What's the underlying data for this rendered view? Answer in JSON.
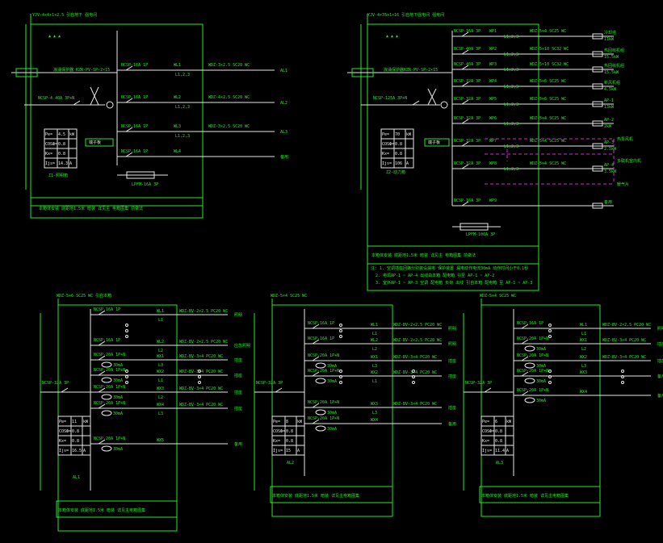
{
  "colors": {
    "background": "#000000",
    "frame": "#27e827",
    "wire": "#e8e8e8",
    "dashed": "#d327d3"
  },
  "top_left_panel": {
    "incoming_label": "YJV-4×4+1×2.5 引自地下 强电间",
    "spd_label": "浪涌保护器 KZR-PV-SP-2×15",
    "main_breaker_label": "NCSP-4 40A 3P+N",
    "terminal": "端子板",
    "params": {
      "pe_label": "Pe=",
      "pe_value": "4.5",
      "pe_unit": "kW",
      "cos_label": "COSФ=",
      "cos_value": "0.8",
      "kx_label": "Kx=",
      "kx_value": "0.8",
      "ijs_label": "Ijs=",
      "ijs_value": "14.3",
      "ijs_unit": "A"
    },
    "panel_name": "Z1-照明箱",
    "circuits": [
      {
        "breaker": "NCSP-16A 1P",
        "id": "WL1",
        "phase": "L1,2,3",
        "cable": "WDZ-3×2.5 SC20 WC",
        "dest": "AL1"
      },
      {
        "breaker": "NCSP-16A 1P",
        "id": "WL2",
        "phase": "L1,2,3",
        "cable": "WDZ-4×2.5 SC20 WC",
        "dest": "AL2"
      },
      {
        "breaker": "NCSP-16A 1P",
        "id": "WL3",
        "phase": "L1,2,3",
        "cable": "WDZ-3×2.5 SC20 WC",
        "dest": "AL3"
      },
      {
        "breaker": "NCSP-16A 1P",
        "id": "WL4",
        "phase": "",
        "cable": "",
        "dest": "备用"
      }
    ],
    "meter_label": "LPFM-16A 3P",
    "footer": "本箱体安装 底距地1.5米 暗装 详见主 电箱图集 前做法"
  },
  "top_right_panel": {
    "incoming_label": "YJV-4×35+1×16 引自地下强电间 强电间",
    "spd_label": "浪涌保护器KZR-PV-SP-2×15",
    "main_breaker_label": "NCSP-125A 3P+N",
    "terminal": "端子板",
    "params": {
      "pe_label": "Pe=",
      "pe_value": "70",
      "pe_unit": "kW",
      "cos_label": "COSФ=",
      "cos_value": "0.8",
      "kx_label": "Kx=",
      "kx_value": "0.8",
      "ijs_label": "Ijs=",
      "ijs_value": "106",
      "ijs_unit": "A"
    },
    "panel_name": "Z2-动力箱",
    "circuits": [
      {
        "breaker": "NCSP-16A 3P",
        "id": "WP1",
        "phase": "L1,2,3",
        "cable": "WDZ-5×4 SC25 WC",
        "dest": "冷却塔",
        "load": "11kW"
      },
      {
        "breaker": "NCSP-40A 3P",
        "id": "WP2",
        "phase": "L1,2,3",
        "cable": "WDZ-5×10 SC32 WC",
        "dest": "热回收机组",
        "load": "15.5kW"
      },
      {
        "breaker": "NCSP-40A 3P",
        "id": "WP3",
        "phase": "L1,2,3",
        "cable": "WDZ-5×10 SC32 WC",
        "dest": "热回收机组",
        "load": "15.5kW"
      },
      {
        "breaker": "NCSP-32A 3P",
        "id": "WP4",
        "phase": "L1,2,3",
        "cable": "WDZ-5×6 SC25 WC",
        "dest": "新风机组",
        "load": "4.5kW"
      },
      {
        "breaker": "NCSP-32A 3P",
        "id": "WP5",
        "phase": "L1,2,3",
        "cable": "WDZ-5×6 SC25 WC",
        "dest": "AP-1",
        "load": "13kW"
      },
      {
        "breaker": "NCSP-32A 3P",
        "id": "WP6",
        "phase": "L1,2,3",
        "cable": "WDZ-5×4 SC25 WC",
        "dest": "AP-2",
        "load": "2kW"
      },
      {
        "breaker": "NCSP-32A 3P",
        "id": "WP7",
        "phase": "L1,2,3",
        "cable": "WDZ-5×4 SC25 WC",
        "dest": "AP-3",
        "load": "2.5kW"
      },
      {
        "breaker": "NCSP-32A 3P",
        "id": "WP8",
        "phase": "L1,2,3",
        "cable": "WDZ-5×4 SC25 WC",
        "dest": "AP-4",
        "load": "3.5kW"
      },
      {
        "breaker": "NCSP-16A 3P",
        "id": "WP9",
        "phase": "",
        "cable": "",
        "dest": "备用"
      }
    ],
    "dashed_labels": [
      "热泵风机",
      "多联机室内机",
      "暖气片"
    ],
    "meter_label": "LPFM-100A 3P",
    "footer": "本箱体安装 底距地1.5米 暗装 详见主 电箱图集 前做法",
    "notes": [
      "注: 1. 空调插座回路分别装设漏电 保护装置 漏电动作电流30mA 动作时间小于0.1秒",
      "2. 电源AP-1 ~ AP-4 出线由本箱 配电箱 引至 AP-1 ~ AP-2",
      "3. 室外AP-1 ~ AP-3 空调 配电箱 负荷 出线 引自本箱 配电箱 至 AP-1 ~ AP-3"
    ]
  },
  "bottom_panels": [
    {
      "incoming_label": "WDZ-5×6 SC25 WC 引自本箱",
      "main_breaker_label": "NCSP-32A 3P",
      "params": {
        "pe_label": "Pe=",
        "pe_value": "11",
        "pe_unit": "kW",
        "cos_label": "COSФ=",
        "cos_value": "0.8",
        "kx_label": "Kx=",
        "kx_value": "0.8",
        "ijs_label": "Ijs=",
        "ijs_value": "16.5",
        "ijs_unit": "A"
      },
      "panel_name": "AL1",
      "circuits": [
        {
          "breaker": "NCSP-16A 1P",
          "id": "WL1",
          "phase": "L1",
          "cable": "WDZ-BV-2×2.5 PC20 WC",
          "dest": "照明"
        },
        {
          "breaker": "NCSP-16A 1P",
          "id": "WL2",
          "phase": "L2",
          "cable": "WDZ-BV-2×2.5 PC20 WC",
          "dest": "应急照明"
        },
        {
          "breaker": "NCSP-20A 1P+N",
          "id": "WX1",
          "phase": "L3",
          "cable": "WDZ-BV-3×4 PC20 WC",
          "dest": "插座",
          "rcd": "30mA"
        },
        {
          "breaker": "NCSP-20A 1P+N",
          "id": "WX2",
          "phase": "L1",
          "cable": "WDZ-BV-3×4 PC20 WC",
          "dest": "插座",
          "rcd": "30mA"
        },
        {
          "breaker": "NCSP-20A 1P+N",
          "id": "WX3",
          "phase": "L2",
          "cable": "WDZ-BV-3×4 PC20 WC",
          "dest": "插座",
          "rcd": "30mA"
        },
        {
          "breaker": "NCSP-20A 1P+N",
          "id": "WX4",
          "phase": "L3",
          "cable": "WDZ-BV-3×4 PC20 WC",
          "dest": "插座",
          "rcd": "30mA"
        },
        {
          "breaker": "NCSP-20A 1P+N",
          "id": "WX5",
          "phase": "",
          "cable": "",
          "dest": "备用",
          "rcd": "30mA"
        }
      ],
      "footer": "本箱体安装 底距地1.5米 暗装 详见主电箱图集"
    },
    {
      "incoming_label": "WDZ-5×4 SC25 WC",
      "main_breaker_label": "NCSP-32A 3P",
      "params": {
        "pe_label": "Pe=",
        "pe_value": "8",
        "pe_unit": "kW",
        "cos_label": "COSФ=",
        "cos_value": "0.8",
        "kx_label": "Kx=",
        "kx_value": "0.8",
        "ijs_label": "Ijs=",
        "ijs_value": "15",
        "ijs_unit": "A"
      },
      "panel_name": "AL2",
      "circuits": [
        {
          "breaker": "NCSP-16A 1P",
          "id": "WL1",
          "phase": "L1",
          "cable": "WDZ-BV-2×2.5 PC20 WC",
          "dest": "照明"
        },
        {
          "breaker": "NCSP-16A 1P",
          "id": "WL2",
          "phase": "L2",
          "cable": "WDZ-BV-2×2.5 PC20 WC",
          "dest": "照明"
        },
        {
          "breaker": "NCSP-20A 1P+N",
          "id": "WX1",
          "phase": "L3",
          "cable": "WDZ-BV-3×4 PC20 WC",
          "dest": "插座",
          "rcd": "30mA"
        },
        {
          "breaker": "NCSP-20A 1P+N",
          "id": "WX2",
          "phase": "L1",
          "cable": "WDZ-BV-3×4 PC20 WC",
          "dest": "插座",
          "rcd": "30mA"
        },
        {
          "breaker": "NCSP-20A 1P+N",
          "id": "WX3",
          "phase": "L3",
          "cable": "WDZ-BV-3×4 PC20 WC",
          "dest": "插座",
          "rcd": "30mA"
        },
        {
          "breaker": "NCSP-20A 1P+N",
          "id": "WX4",
          "phase": "",
          "cable": "",
          "dest": "备用",
          "rcd": "30mA"
        }
      ],
      "footer": "本箱体安装 底距地1.5米 暗装 详见主电箱图集"
    },
    {
      "incoming_label": "WDZ-5×4 SC25 WC",
      "main_breaker_label": "NCSP-32A 3P",
      "params": {
        "pe_label": "Pe=",
        "pe_value": "6",
        "pe_unit": "kW",
        "cos_label": "COSФ=",
        "cos_value": "0.8",
        "kx_label": "Kx=",
        "kx_value": "0.8",
        "ijs_label": "Ijs=",
        "ijs_value": "11.4",
        "ijs_unit": "A"
      },
      "panel_name": "AL3",
      "circuits": [
        {
          "breaker": "NCSP-16A 1P",
          "id": "WL1",
          "phase": "L1",
          "cable": "WDZ-BV-2×2.5 PC20 WC",
          "dest": "照明"
        },
        {
          "breaker": "NCSP-20A 1P+N",
          "id": "WX1",
          "phase": "L2",
          "cable": "WDZ-BV-3×4 PC20 WC",
          "dest": "插座",
          "rcd": "30mA"
        },
        {
          "breaker": "NCSP-20A 1P+N",
          "id": "WX2",
          "phase": "L3",
          "cable": "WDZ-BV-3×4 PC20 WC",
          "dest": "插座",
          "rcd": "30mA"
        },
        {
          "breaker": "NCSP-20A 1P+N",
          "id": "WX3",
          "phase": "",
          "cable": "",
          "dest": "备用",
          "rcd": "30mA"
        },
        {
          "breaker": "NCSP-20A 1P+N",
          "id": "WX4",
          "phase": "",
          "cable": "",
          "dest": "备用",
          "rcd": "30mA"
        }
      ],
      "footer": "本箱体安装 底距地1.5米 暗装 详见主电箱图集"
    }
  ]
}
